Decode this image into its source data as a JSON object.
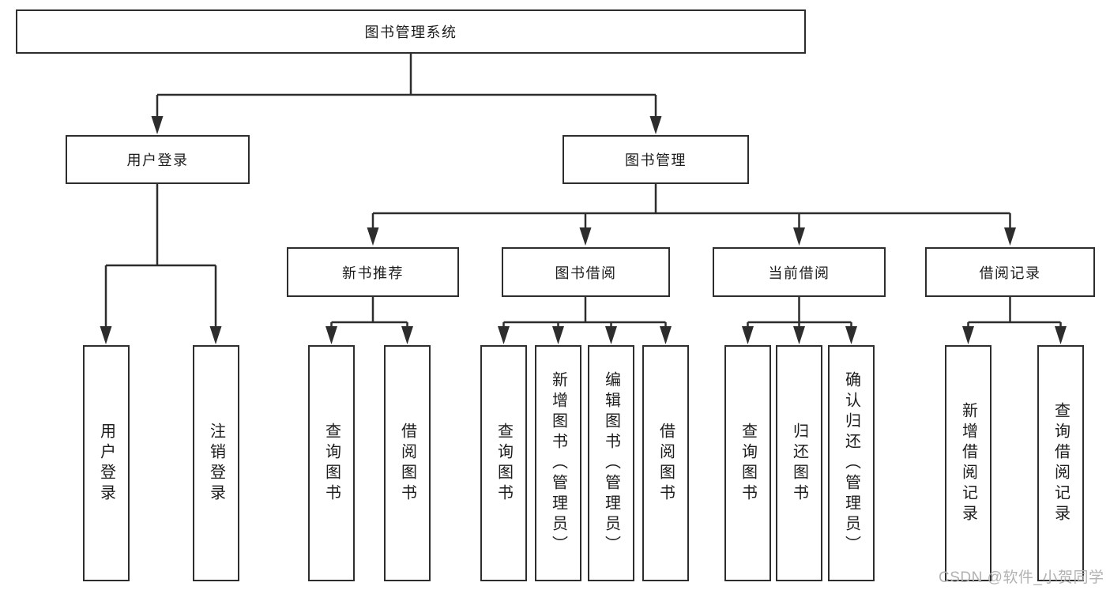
{
  "diagram_title": "图书管理系统",
  "colors": {
    "line": "#2d2d2d",
    "box_border": "#2d2d2d",
    "text": "#1c1c1c",
    "background": "#ffffff",
    "watermark": "#b2b2b2"
  },
  "nodes": {
    "root": "图书管理系统",
    "user_login": "用户登录",
    "book_management": "图书管理",
    "new_book_recommend": "新书推荐",
    "book_borrowing": "图书借阅",
    "current_borrowing": "当前借阅",
    "borrowing_records": "借阅记录",
    "leaf_user_login": "用户登录",
    "leaf_logout": "注销登录",
    "leaf_query_books_1": "查询图书",
    "leaf_borrow_books_1": "借阅图书",
    "leaf_query_books_2": "查询图书",
    "leaf_add_book_admin": "新增图书（管理员）",
    "leaf_edit_book_admin": "编辑图书（管理员）",
    "leaf_borrow_books_2": "借阅图书",
    "leaf_query_books_3": "查询图书",
    "leaf_return_books": "归还图书",
    "leaf_confirm_return_admin": "确认归还（管理员）",
    "leaf_add_borrow_record": "新增借阅记录",
    "leaf_query_borrow_record": "查询借阅记录"
  },
  "watermark": "CSDN @软件_小贺同学"
}
